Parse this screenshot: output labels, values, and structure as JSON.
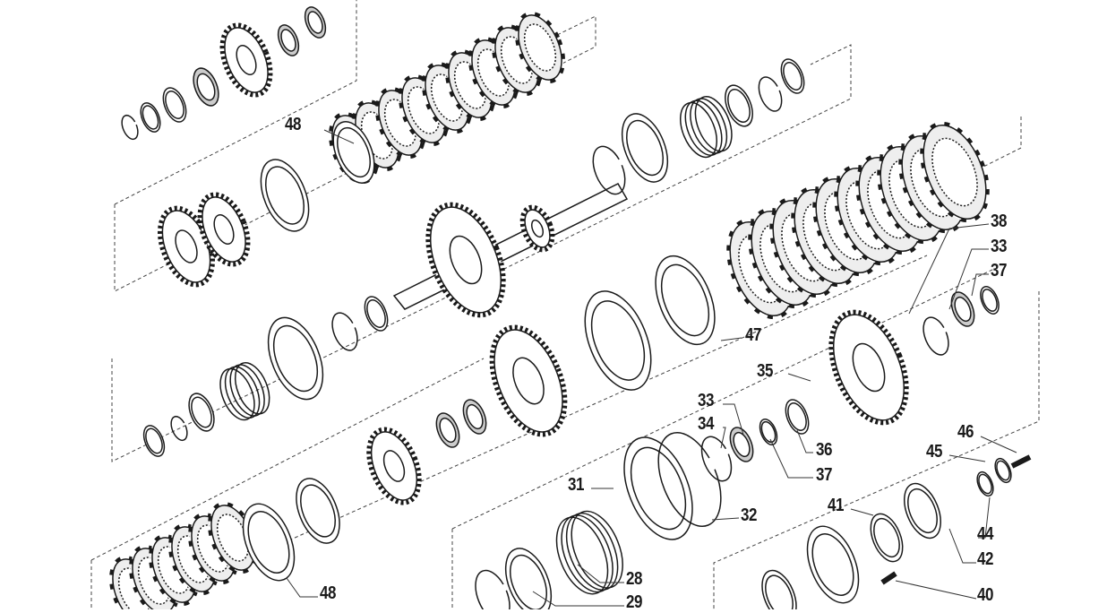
{
  "diagram": {
    "title": "",
    "colors": {
      "line": "#1a1a1a",
      "dash": "#444444",
      "hatch": "#888888"
    },
    "callouts": [
      {
        "id": "c48a",
        "text": "48"
      },
      {
        "id": "c38",
        "text": "38"
      },
      {
        "id": "c33a",
        "text": "33"
      },
      {
        "id": "c37a",
        "text": "37"
      },
      {
        "id": "c47",
        "text": "47"
      },
      {
        "id": "c35",
        "text": "35"
      },
      {
        "id": "c33b",
        "text": "33"
      },
      {
        "id": "c34",
        "text": "34"
      },
      {
        "id": "c36",
        "text": "36"
      },
      {
        "id": "c37b",
        "text": "37"
      },
      {
        "id": "c46",
        "text": "46"
      },
      {
        "id": "c45",
        "text": "45"
      },
      {
        "id": "c31",
        "text": "31"
      },
      {
        "id": "c32",
        "text": "32"
      },
      {
        "id": "c41",
        "text": "41"
      },
      {
        "id": "c44",
        "text": "44"
      },
      {
        "id": "c42",
        "text": "42"
      },
      {
        "id": "c28",
        "text": "28"
      },
      {
        "id": "c29",
        "text": "29"
      },
      {
        "id": "c40",
        "text": "40"
      },
      {
        "id": "c48b",
        "text": "48"
      }
    ]
  }
}
